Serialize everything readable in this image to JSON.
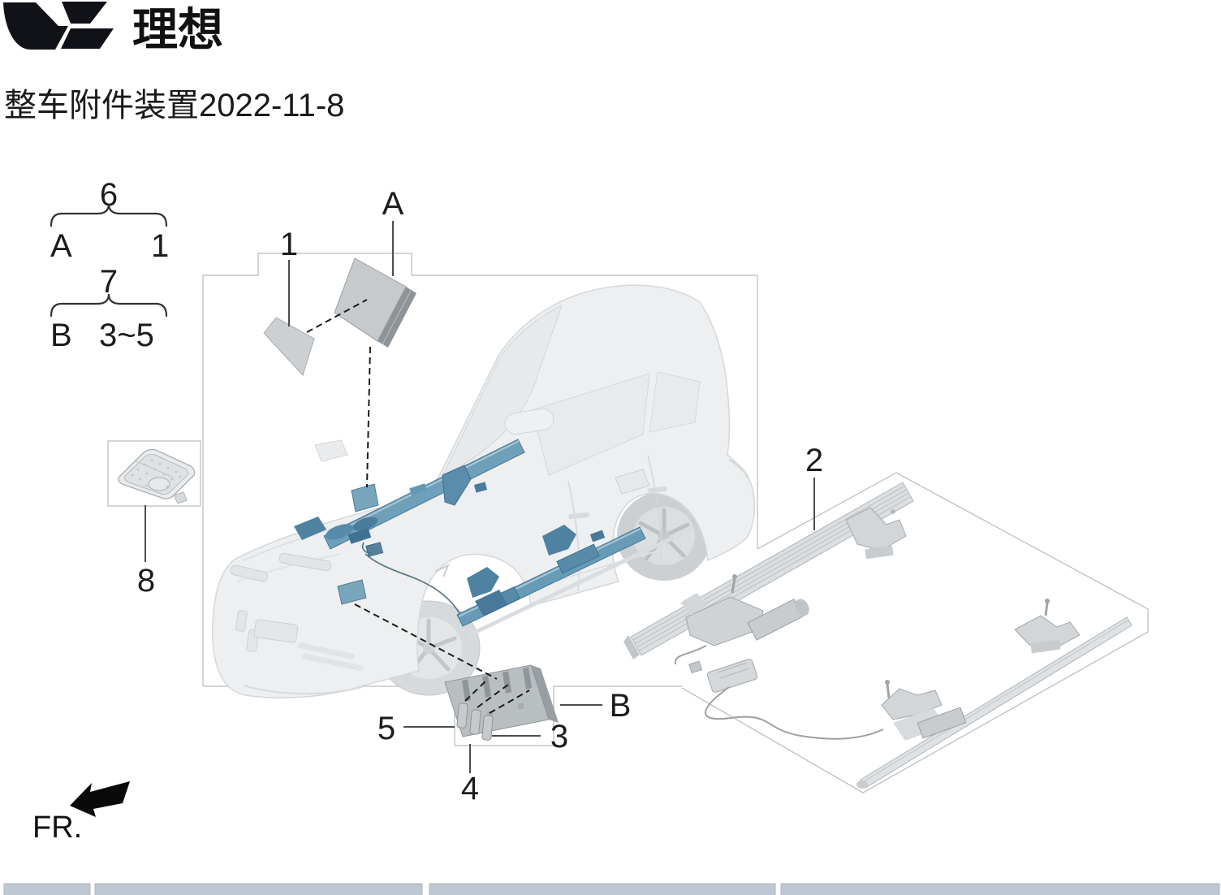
{
  "header": {
    "brand_wordmark": "理想",
    "doc_title": "整车附件装置2022-11-8"
  },
  "legend": {
    "groups": [
      {
        "assembly_no": "6",
        "ref_letter": "A",
        "item_range": "1"
      },
      {
        "assembly_no": "7",
        "ref_letter": "B",
        "item_range": "3~5"
      }
    ]
  },
  "callouts": {
    "item1": "1",
    "itemA": "A",
    "item2": "2",
    "item3": "3",
    "item4": "4",
    "item5": "5",
    "item8": "8",
    "itemB": "B"
  },
  "orientation": {
    "front_label": "FR."
  },
  "icons": {
    "brand_logo": "li-auto-logo",
    "direction_arrow": "front-direction-arrow"
  },
  "colors": {
    "highlight_blue": "#6FA0BA",
    "highlight_blue_dark": "#47789A",
    "ghost_gray": "#EDEFF0",
    "line_gray": "#B6BABD",
    "footer_bar": "#BDC8D2"
  }
}
